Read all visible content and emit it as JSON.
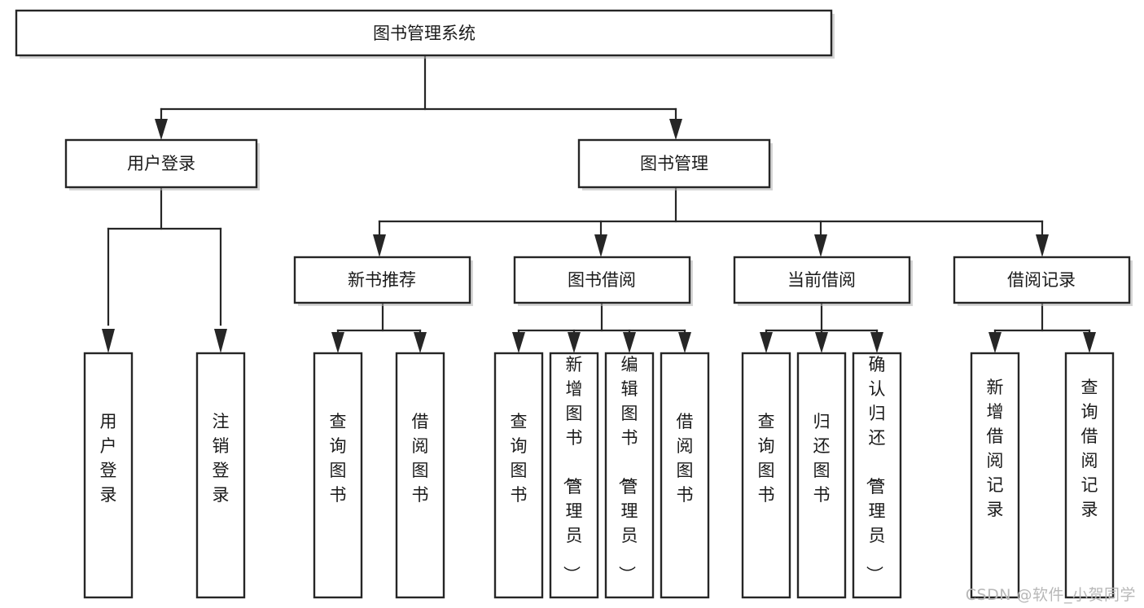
{
  "diagram": {
    "type": "tree-hierarchy",
    "title": "图书管理系统",
    "orientation": "top-down",
    "colors": {
      "box_fill": "#ffffff",
      "box_stroke": "#262626",
      "text": "#1a1a1a",
      "shadow": "#b3b3b3",
      "watermark": "#b8b8b8",
      "background": "#ffffff"
    },
    "root": {
      "label": "图书管理系统"
    },
    "level2": [
      {
        "label": "用户登录"
      },
      {
        "label": "图书管理"
      }
    ],
    "level3": [
      {
        "label": "新书推荐"
      },
      {
        "label": "图书借阅"
      },
      {
        "label": "当前借阅"
      },
      {
        "label": "借阅记录"
      }
    ],
    "leaves": {
      "user_login": [
        {
          "label": "用户登录"
        },
        {
          "label": "注销登录"
        }
      ],
      "new_book_recommend": [
        {
          "label": "查询图书"
        },
        {
          "label": "借阅图书"
        }
      ],
      "book_borrow": [
        {
          "label": "查询图书"
        },
        {
          "label": "新增图书（管理员）"
        },
        {
          "label": "编辑图书（管理员）"
        },
        {
          "label": "借阅图书"
        }
      ],
      "current_borrow": [
        {
          "label": "查询图书"
        },
        {
          "label": "归还图书"
        },
        {
          "label": "确认归还（管理员）"
        }
      ],
      "borrow_record": [
        {
          "label": "新增借阅记录"
        },
        {
          "label": "查询借阅记录"
        }
      ]
    }
  },
  "watermark": {
    "text": "CSDN @软件_小贺同学"
  }
}
